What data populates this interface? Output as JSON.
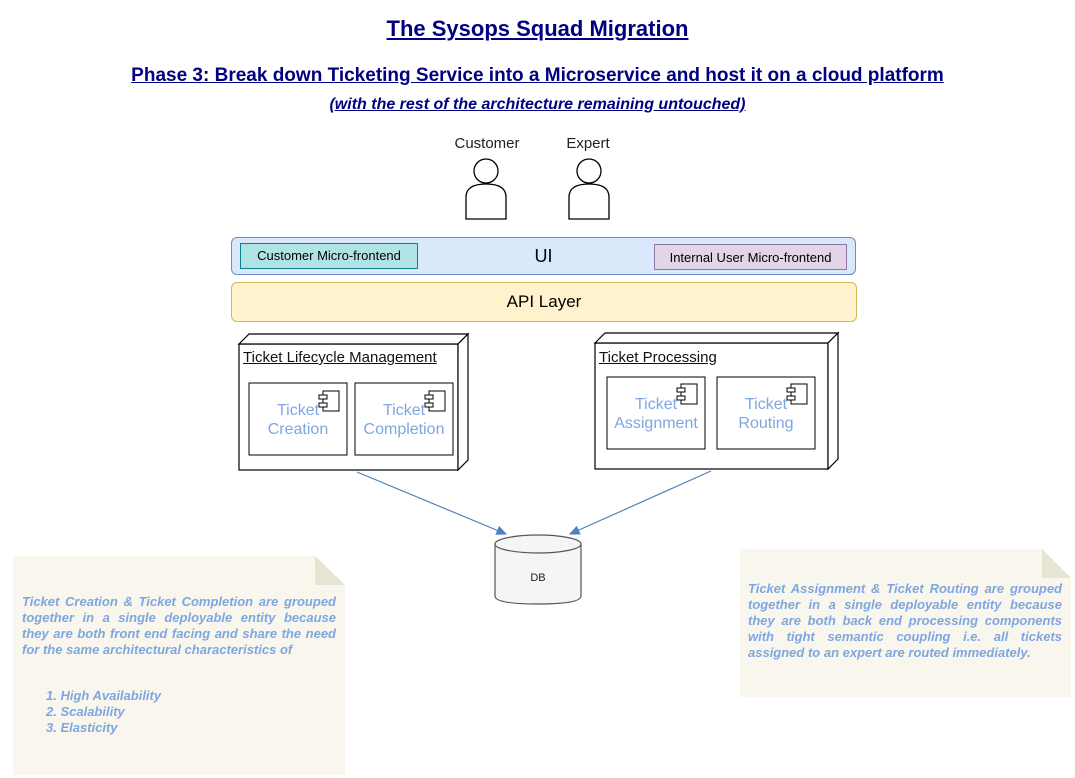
{
  "title": "The Sysops Squad Migration",
  "subtitle": "Phase 3: Break down Ticketing Service into a Microservice and host it on a cloud platform",
  "subnote": "(with the rest of the architecture remaining untouched)",
  "actors": [
    {
      "label": "Customer",
      "icon": "person-icon"
    },
    {
      "label": "Expert",
      "icon": "person-icon"
    }
  ],
  "ui": {
    "label": "UI",
    "left_frontend": "Customer Micro-frontend",
    "right_frontend": "Internal User Micro-frontend"
  },
  "api_layer": "API Layer",
  "nodes": [
    {
      "title": "Ticket Lifecycle Management",
      "components": [
        {
          "line1": "Ticket",
          "line2": "Creation",
          "icon": "component-icon"
        },
        {
          "line1": "Ticket",
          "line2": "Completion",
          "icon": "component-icon"
        }
      ]
    },
    {
      "title": "Ticket Processing",
      "components": [
        {
          "line1": "Ticket",
          "line2": "Assignment",
          "icon": "component-icon"
        },
        {
          "line1": "Ticket",
          "line2": "Routing",
          "icon": "component-icon"
        }
      ]
    }
  ],
  "database": {
    "label": "DB",
    "icon": "database-cylinder-icon"
  },
  "notes": {
    "left": {
      "text": "Ticket Creation & Ticket Completion are grouped together in a single deployable entity because they are both front end facing and share the need for the same architectural characteristics of",
      "items": [
        "1. High Availability",
        "2. Scalability",
        "3. Elasticity"
      ]
    },
    "right": {
      "text": "Ticket Assignment & Ticket Routing are grouped together in a single deployable entity because they are both back end processing components with tight semantic coupling i.e. all tickets assigned to an expert are routed immediately."
    }
  },
  "colors": {
    "heading": "#000080",
    "ui_fill": "#dae8fc",
    "api_fill": "#fff2cc",
    "customer_frontend_fill": "#b0e3e6",
    "internal_frontend_fill": "#e1d5e7",
    "note_fill": "#f9f7ed",
    "component_text": "#7ea6e0",
    "arrow": "#4f81bd"
  }
}
